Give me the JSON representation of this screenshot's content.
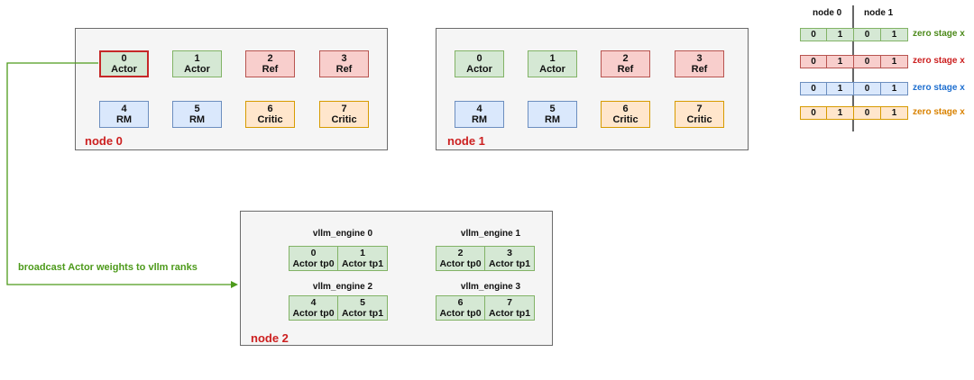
{
  "colors": {
    "green": "#82b366",
    "red": "#b85450",
    "blue": "#6c8ebf",
    "orange": "#d79b00",
    "node_label": "#cc1f1f",
    "arrow": "#4d9a1b"
  },
  "node0": {
    "label": "node 0",
    "ranks": [
      {
        "num": "0",
        "role": "Actor"
      },
      {
        "num": "1",
        "role": "Actor"
      },
      {
        "num": "2",
        "role": "Ref"
      },
      {
        "num": "3",
        "role": "Ref"
      },
      {
        "num": "4",
        "role": "RM"
      },
      {
        "num": "5",
        "role": "RM"
      },
      {
        "num": "6",
        "role": "Critic"
      },
      {
        "num": "7",
        "role": "Critic"
      }
    ]
  },
  "node1": {
    "label": "node 1",
    "ranks": [
      {
        "num": "0",
        "role": "Actor"
      },
      {
        "num": "1",
        "role": "Actor"
      },
      {
        "num": "2",
        "role": "Ref"
      },
      {
        "num": "3",
        "role": "Ref"
      },
      {
        "num": "4",
        "role": "RM"
      },
      {
        "num": "5",
        "role": "RM"
      },
      {
        "num": "6",
        "role": "Critic"
      },
      {
        "num": "7",
        "role": "Critic"
      }
    ]
  },
  "node2": {
    "label": "node 2",
    "engines": [
      {
        "title": "vllm_engine 0",
        "ranks": [
          {
            "num": "0",
            "role": "Actor tp0"
          },
          {
            "num": "1",
            "role": "Actor tp1"
          }
        ]
      },
      {
        "title": "vllm_engine 1",
        "ranks": [
          {
            "num": "2",
            "role": "Actor tp0"
          },
          {
            "num": "3",
            "role": "Actor tp1"
          }
        ]
      },
      {
        "title": "vllm_engine 2",
        "ranks": [
          {
            "num": "4",
            "role": "Actor tp0"
          },
          {
            "num": "5",
            "role": "Actor tp1"
          }
        ]
      },
      {
        "title": "vllm_engine 3",
        "ranks": [
          {
            "num": "6",
            "role": "Actor tp0"
          },
          {
            "num": "7",
            "role": "Actor tp1"
          }
        ]
      }
    ]
  },
  "arrow_label": "broadcast Actor weights to vllm ranks",
  "legend": {
    "head_node0": "node 0",
    "head_node1": "node 1",
    "rows": [
      {
        "cells": [
          "0",
          "1",
          "0",
          "1"
        ],
        "label": "zero stage x",
        "color": "#4d8a1b"
      },
      {
        "cells": [
          "0",
          "1",
          "0",
          "1"
        ],
        "label": "zero stage x",
        "color": "#cc1f1f"
      },
      {
        "cells": [
          "0",
          "1",
          "0",
          "1"
        ],
        "label": "zero stage x",
        "color": "#1e6fd0"
      },
      {
        "cells": [
          "0",
          "1",
          "0",
          "1"
        ],
        "label": "zero stage x",
        "color": "#d98200"
      }
    ]
  }
}
